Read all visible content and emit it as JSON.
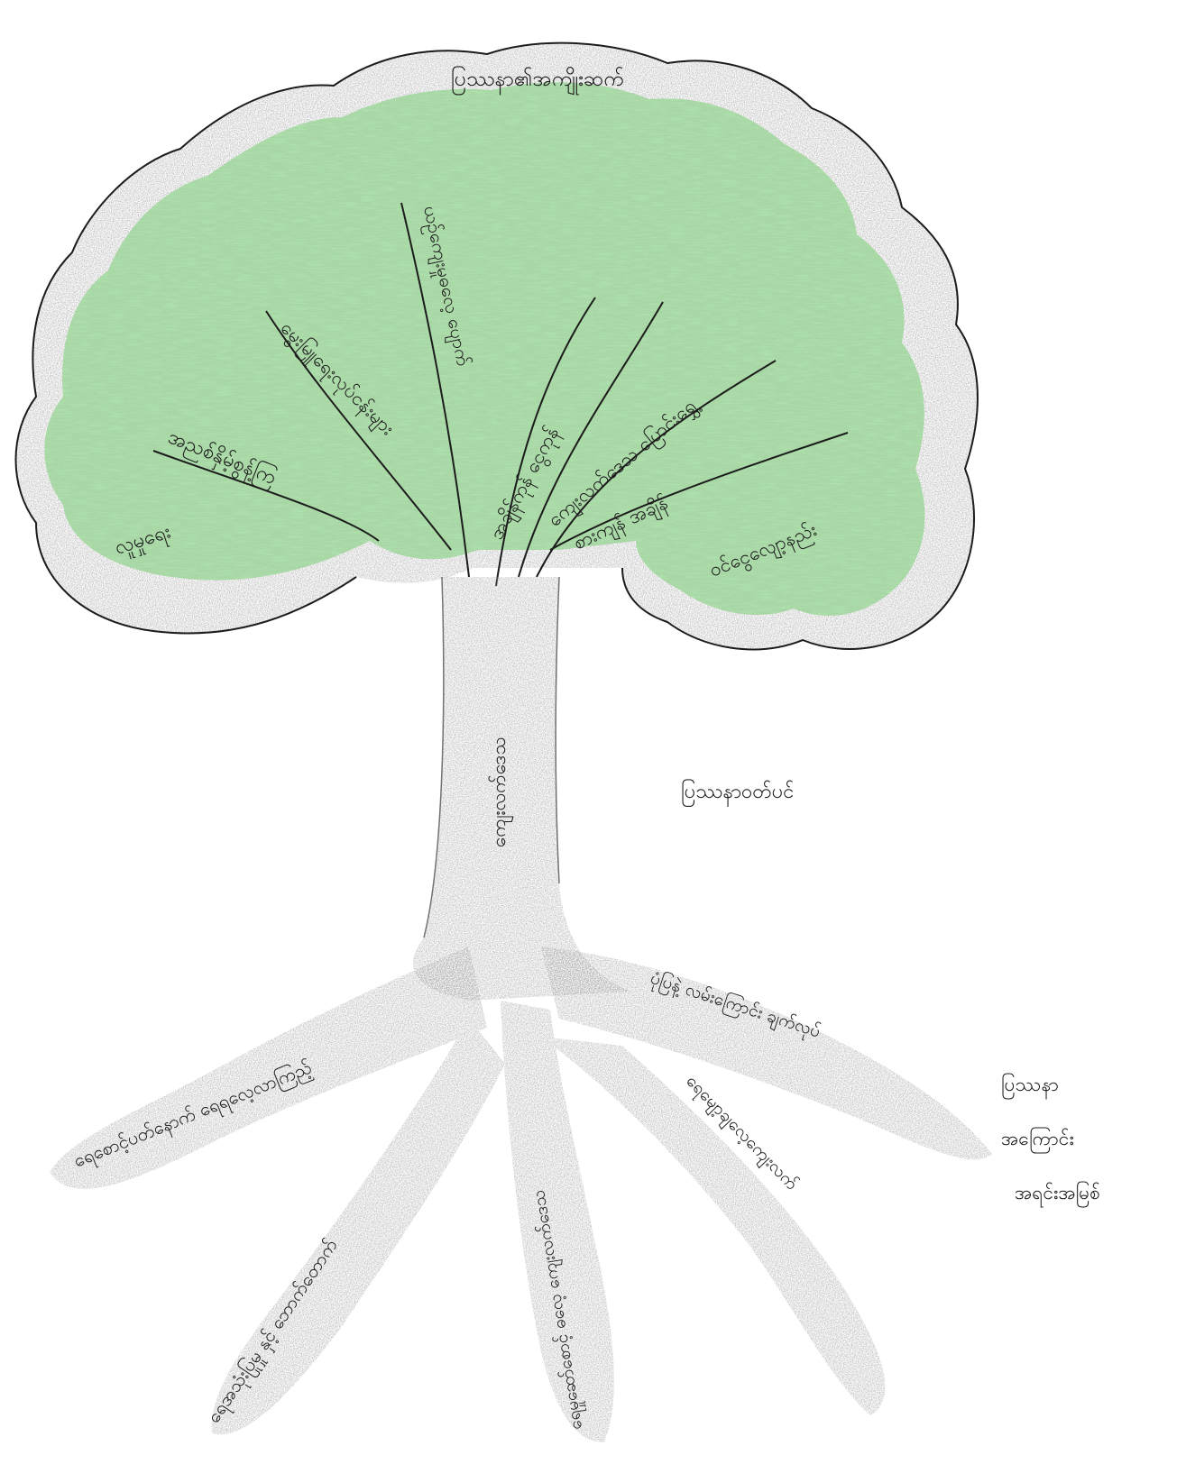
{
  "colors": {
    "paper": "#ffffff",
    "ink": "#1c1c1c",
    "crown_green": "#7cc67a",
    "crown_green_light": "#a8dca4",
    "pencil_gray": "#8a8a8a"
  },
  "crown": {
    "title": "ပြဿနာ၏အကျိုးဆက်",
    "branches": [
      "လူမှုရေး",
      "အညစ်နှိမ့်စွန့်ကြ",
      "မွေးမြူရေးလုပ်ငန်းများ",
      "ယဉ်ကျေးမှုဓလေ့ ပျောက်",
      "အချိန်ကုန် ငွေကုန်",
      "ကျေးလက်ဒေသ ပြောင်းရွှေ့",
      "စားကျန် အချိန်",
      "ဝင်ငွေလျော့နည်း"
    ]
  },
  "trunk": {
    "label": "ကျေးလက်ဒေသ"
  },
  "problem_label": "ပြဿနာဝတ်ပင်",
  "roots": {
    "items": [
      "ရေစောင့်ပတ်နောက် ရေရလေ့လာကြည့်",
      "ရေအသုံးပြုမှု နှင့် ဘောက်တောက်",
      "ရေမှုဆော်စောင့် ဓလေ့ ကျေးလက်ဒေသ",
      "ရေမျော့ချလေ့ကျေးလက်",
      "ပုံပြနဲ့ လမ်းကြောင်း ချက်လုပ်"
    ],
    "side_label_lines": [
      "ပြဿနာ",
      "အကြောင်း",
      "အရင်းအမြစ်"
    ]
  }
}
